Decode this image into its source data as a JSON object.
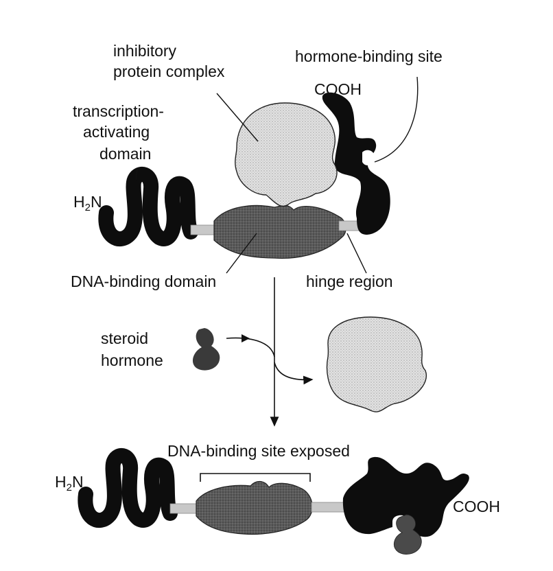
{
  "labels": {
    "inhibitory_line1": "inhibitory",
    "inhibitory_line2": "protein complex",
    "hormone_binding_site": "hormone-binding site",
    "cooh_top": "COOH",
    "transcription_line1": "transcription-",
    "transcription_line2": "activating",
    "transcription_line3": "domain",
    "h2n_top_main": "H",
    "h2n_top_sub": "2",
    "h2n_top_end": "N",
    "dna_binding_domain": "DNA-binding domain",
    "hinge_region": "hinge region",
    "steroid_line1": "steroid",
    "steroid_line2": "hormone",
    "dna_binding_site_exposed": "DNA-binding site exposed",
    "h2n_bottom_main": "H",
    "h2n_bottom_sub": "2",
    "h2n_bottom_end": "N",
    "cooh_bottom": "COOH"
  },
  "colors": {
    "black_domain": "#0d0d0d",
    "dna_domain": "#555555",
    "hinge": "#c8c8c8",
    "inhibitory_complex": "#dcdcdc",
    "steroid": "#3a3a3a"
  }
}
